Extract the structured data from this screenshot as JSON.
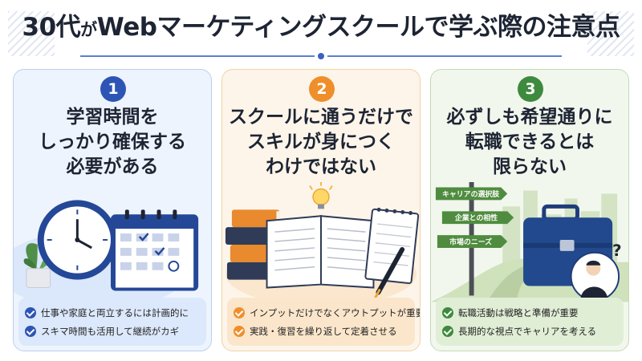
{
  "title": {
    "part1": "30代",
    "part2": "が",
    "part3": "Webマーケティングスクールで学ぶ際の注意点"
  },
  "cards": [
    {
      "number": "1",
      "heading": [
        "学習時間を",
        "しっかり確保する",
        "必要がある"
      ],
      "bullets": [
        "仕事や家庭と両立するには計画的に",
        "スキマ時間も活用して継続がカギ"
      ],
      "accent": "#2d55b5"
    },
    {
      "number": "2",
      "heading": [
        "スクールに通うだけで",
        "スキルが身につく",
        "わけではない"
      ],
      "bullets": [
        "インプットだけでなくアウトプットが重要",
        "実践・復習を繰り返して定着させる"
      ],
      "accent": "#ef8f2b"
    },
    {
      "number": "3",
      "heading": [
        "必ずしも希望通りに",
        "転職できるとは",
        "限らない"
      ],
      "signs": [
        "キャリアの選択肢",
        "企業との相性",
        "市場のニーズ"
      ],
      "bullets": [
        "転職活動は戦略と準備が重要",
        "長期的な視点でキャリアを考える"
      ],
      "accent": "#3e8a3e"
    }
  ]
}
